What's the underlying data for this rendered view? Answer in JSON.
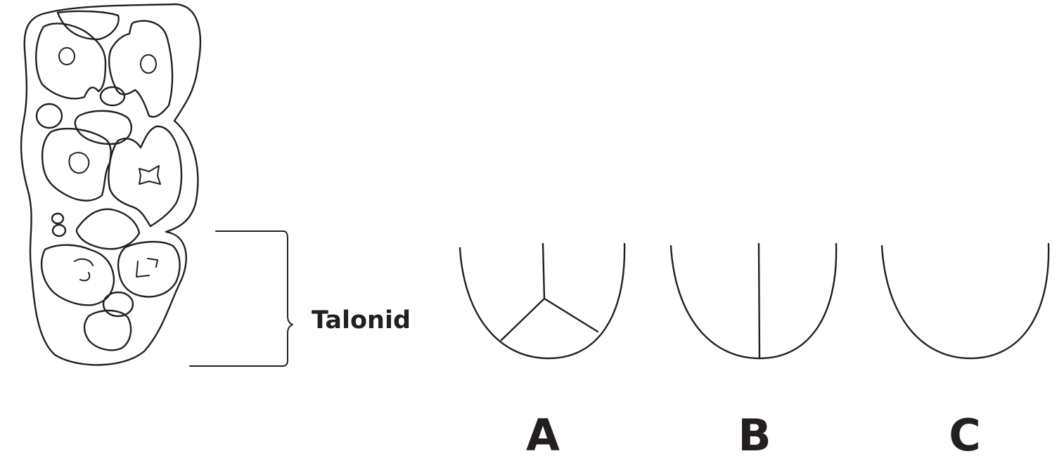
{
  "tooth": {
    "talonid_label": "Talonid"
  },
  "patterns": [
    {
      "id": "A",
      "label": "A"
    },
    {
      "id": "B",
      "label": "B"
    },
    {
      "id": "C",
      "label": "C"
    }
  ]
}
